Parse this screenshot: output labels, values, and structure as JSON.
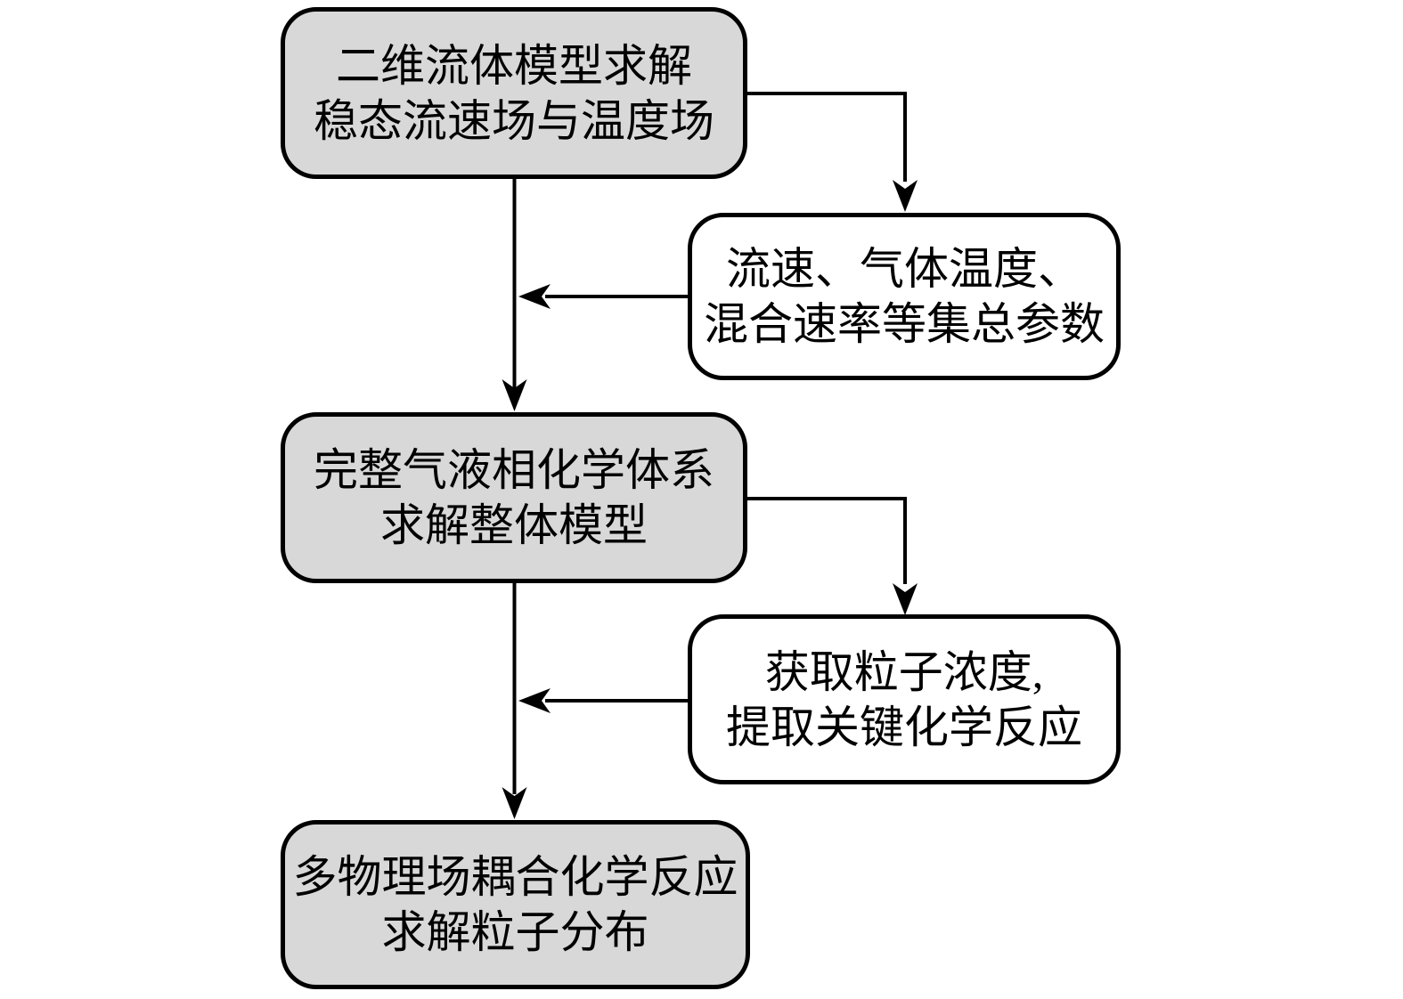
{
  "diagram": {
    "type": "flowchart",
    "colors": {
      "node_fill_primary": "#d8d8d8",
      "node_fill_secondary": "#ffffff",
      "node_border": "#000000",
      "connector": "#000000",
      "background": "#ffffff",
      "text": "#000000"
    },
    "boxes": [
      {
        "id": "fluid-model",
        "style": "gray",
        "lines": [
          "二维流体模型求解",
          "稳态流速场与温度场"
        ]
      },
      {
        "id": "lumped-parameters",
        "style": "white",
        "lines": [
          "流速、气体温度、",
          "混合速率等集总参数"
        ]
      },
      {
        "id": "global-model",
        "style": "gray",
        "lines": [
          "完整气液相化学体系",
          "求解整体模型"
        ]
      },
      {
        "id": "key-reactions",
        "style": "white",
        "lines": [
          "获取粒子浓度,",
          "提取关键化学反应"
        ]
      },
      {
        "id": "particle-distribution",
        "style": "gray",
        "lines": [
          "多物理场耦合化学反应",
          "求解粒子分布"
        ]
      }
    ],
    "connections": [
      {
        "from": "fluid-model",
        "to": "lumped-parameters",
        "shape": "right-then-down-arrow"
      },
      {
        "from": "lumped-parameters",
        "to": "fluid-model-flow-line",
        "shape": "left-arrow"
      },
      {
        "from": "fluid-model",
        "to": "global-model",
        "shape": "down-arrow"
      },
      {
        "from": "global-model",
        "to": "key-reactions",
        "shape": "right-then-down-arrow"
      },
      {
        "from": "key-reactions",
        "to": "global-model-flow-line",
        "shape": "left-arrow"
      },
      {
        "from": "global-model",
        "to": "particle-distribution",
        "shape": "down-arrow"
      }
    ]
  }
}
